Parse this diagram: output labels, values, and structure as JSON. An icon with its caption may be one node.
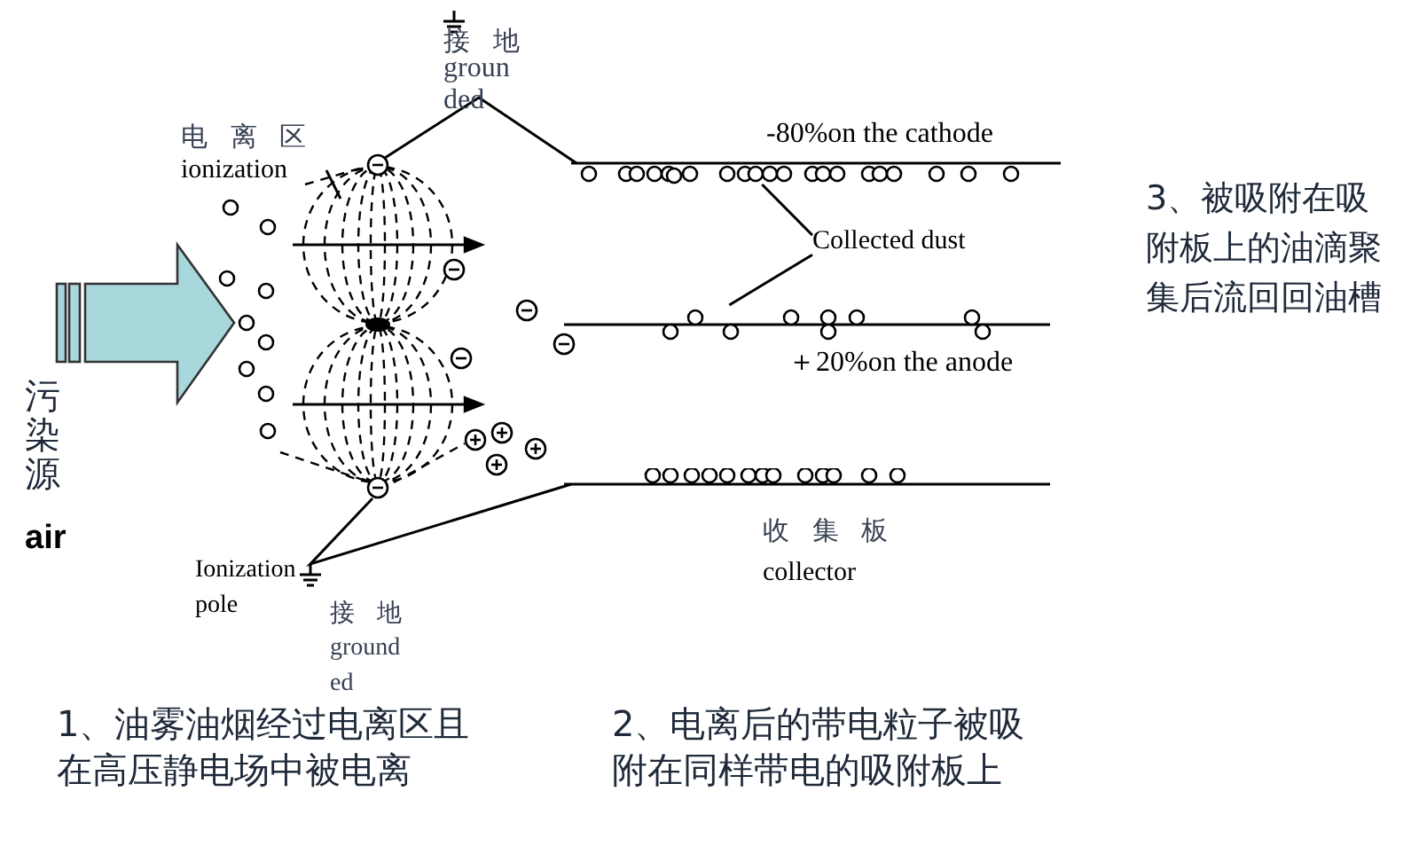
{
  "diagram": {
    "nodes": [
      {
        "text": [
          "电 离 区",
          "ionization"
        ]
      },
      {
        "text": [
          "Collected dust"
        ]
      },
      {
        "text": [],
        "shape": "bar"
      },
      {
        "text": [],
        "shape": "bar"
      },
      {
        "text": [],
        "shape": "bar"
      }
    ],
    "edges": [
      {
        "from": 0,
        "to": null,
        "arrow": "none"
      },
      {
        "from": 1,
        "to": 2,
        "arrow": "none"
      },
      {
        "from": 1,
        "to": 3,
        "arrow": "none"
      }
    ],
    "labels": [
      "接 地",
      "groun ded",
      "-80%on the cathode",
      "＋20%on the anode",
      "3、被吸附在吸附板上的油滴聚集后流回回油槽",
      "污染源",
      "air",
      "收 集 板",
      "collector",
      "Ionization pole",
      "接 地",
      "ground ed",
      "1、油雾油烟经过电离区且在高压静电场中被电离",
      "2、电离后的带电粒子被吸附在同样带电的吸附板上"
    ]
  }
}
